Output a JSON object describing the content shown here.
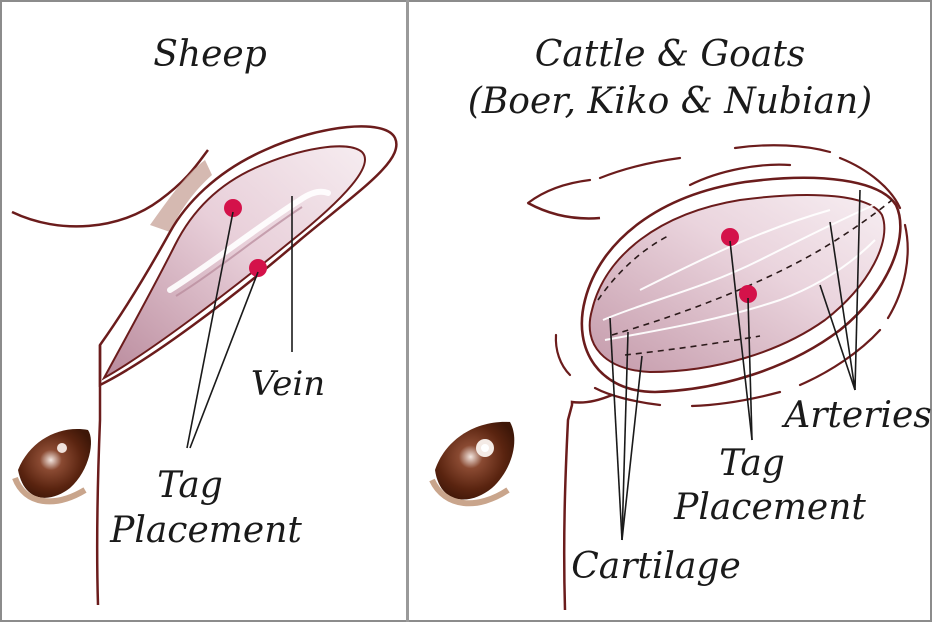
{
  "panels": {
    "left": {
      "title": "Sheep",
      "labels": {
        "vein": "Vein",
        "tag_line1": "Tag",
        "tag_line2": "Placement"
      }
    },
    "right": {
      "title_line1": "Cattle & Goats",
      "title_line2": "(Boer, Kiko & Nubian)",
      "labels": {
        "arteries": "Arteries",
        "tag_line1": "Tag",
        "tag_line2": "Placement",
        "cartilage": "Cartilage"
      }
    }
  },
  "colors": {
    "outline": "#6b1c1c",
    "ear_fill": "#e6c9d3",
    "tag_dot": "#d4124a",
    "eye": "#5a2410",
    "divider": "#9a9a9a"
  }
}
